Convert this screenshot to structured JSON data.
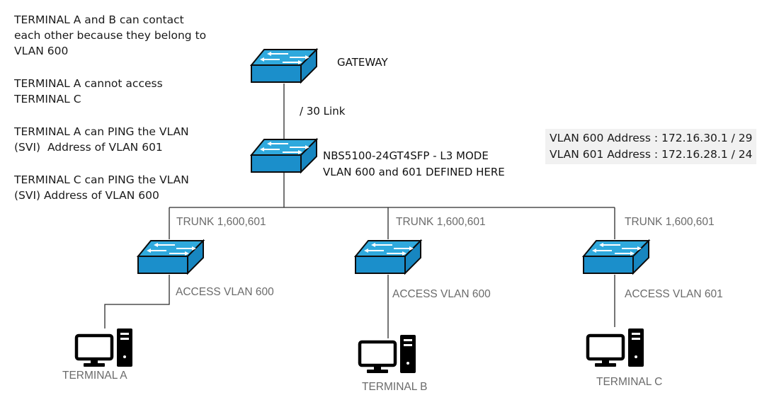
{
  "notes": [
    {
      "lines": [
        "TERMINAL A and B can contact",
        "each other because they belong to",
        "VLAN 600"
      ]
    },
    {
      "lines": [
        "TERMINAL A cannot access",
        "TERMINAL C"
      ]
    },
    {
      "lines": [
        "TERMINAL A can PING the VLAN",
        "(SVI)  Address of VLAN 601"
      ]
    },
    {
      "lines": [
        "TERMINAL C can PING the VLAN",
        "(SVI) Address of VLAN 600"
      ]
    }
  ],
  "gateway": {
    "label": "GATEWAY"
  },
  "uplink": {
    "label": "/ 30 Link"
  },
  "core_switch": {
    "line1": "NBS5100-24GT4SFP - L3 MODE",
    "line2": "VLAN 600 and 601 DEFINED HERE"
  },
  "addresses": [
    "VLAN 600 Address : 172.16.30.1 / 29",
    "VLAN 601 Address : 172.16.28.1 / 24"
  ],
  "access_switches": [
    {
      "trunk": "TRUNK 1,600,601",
      "access": "ACCESS VLAN 600",
      "terminal": "TERMINAL A"
    },
    {
      "trunk": "TRUNK 1,600,601",
      "access": "ACCESS VLAN 600",
      "terminal": "TERMINAL B"
    },
    {
      "trunk": "TRUNK 1,600,601",
      "access": "ACCESS VLAN 601",
      "terminal": "TERMINAL C"
    }
  ],
  "colors": {
    "switch_top": "#2ea8dc",
    "switch_front": "#1a8ec9",
    "switch_outline": "#0c0c0c",
    "line": "#2b2b2b"
  },
  "icons": {
    "switch": "network-switch-icon",
    "terminal": "desktop-computer-icon"
  }
}
